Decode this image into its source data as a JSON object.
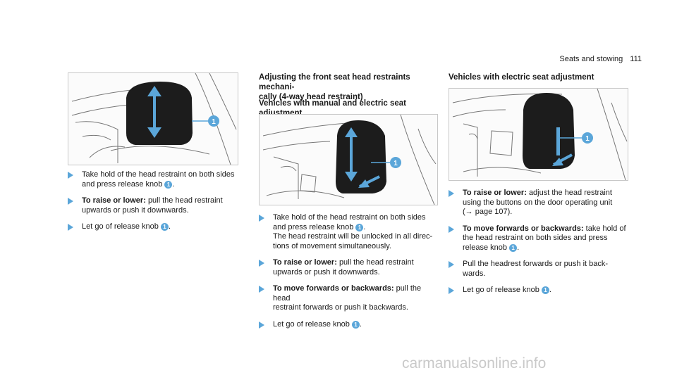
{
  "header": {
    "section": "Seats and stowing",
    "page": "111"
  },
  "col1": {
    "steps": [
      {
        "l1": "Take hold of the head restraint on both sides",
        "l2": "and press release knob",
        "knob": "1",
        "tail": "."
      },
      {
        "lead": "To raise or lower:",
        "l1": "pull the head restraint",
        "l2": "upwards or push it downwards."
      },
      {
        "l1": "Let go of release knob",
        "knob": "1",
        "tail": "."
      }
    ]
  },
  "col2": {
    "heading1": "Adjusting the front seat head restraints mechani-",
    "heading2": "cally (4-way head restraint)",
    "subheading": "Vehicles with manual and electric seat adjustment",
    "steps": [
      {
        "l1": "Take hold of the head restraint on both sides",
        "l2": "and press release knob",
        "knob": "1",
        "tail": ".",
        "l3": "The head restraint will be unlocked in all direc-",
        "l4": "tions of movement simultaneously."
      },
      {
        "lead": "To raise or lower:",
        "l1": "pull the head restraint",
        "l2": "upwards or push it downwards."
      },
      {
        "lead": "To move forwards or backwards:",
        "l1": "pull the head",
        "l2": "restraint forwards or push it backwards."
      },
      {
        "l1": "Let go of release knob",
        "knob": "1",
        "tail": "."
      }
    ]
  },
  "col3": {
    "subheading": "Vehicles with electric seat adjustment",
    "steps": [
      {
        "lead": "To raise or lower:",
        "l1": "adjust the head restraint",
        "l2": "using the buttons on the door operating unit",
        "l3": "(→ page 107)."
      },
      {
        "lead": "To move forwards or backwards:",
        "l1": "take hold of",
        "l2": "the head restraint on both sides and press",
        "l3": "release knob",
        "knob": "1",
        "tail": "."
      },
      {
        "l1": "Pull the headrest forwards or push it back-",
        "l2": "wards."
      },
      {
        "l1": "Let go of release knob",
        "knob": "1",
        "tail": "."
      }
    ]
  },
  "watermark": "carmanualsonline.info",
  "colors": {
    "accent": "#5ba6d9",
    "figure_bg": "#fbfbfb"
  }
}
